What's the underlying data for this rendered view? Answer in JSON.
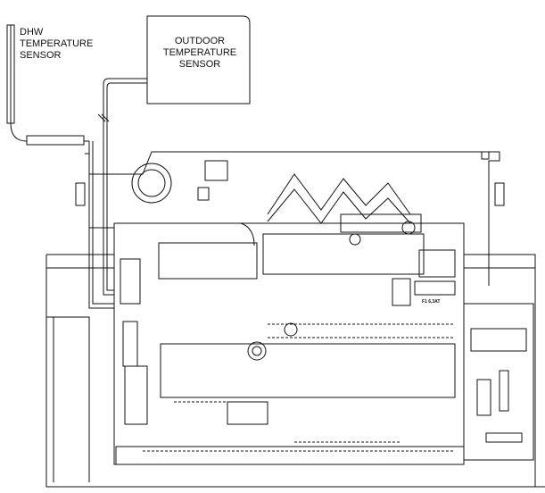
{
  "labels": {
    "dhw_sensor": [
      "DHW",
      "TEMPERATURE",
      "SENSOR"
    ],
    "outdoor_sensor": [
      "OUTDOOR",
      "TEMPERATURE",
      "SENSOR"
    ],
    "fuse": "F1 6,3AT"
  },
  "colors": {
    "line": "#111111",
    "background": "#ffffff"
  }
}
